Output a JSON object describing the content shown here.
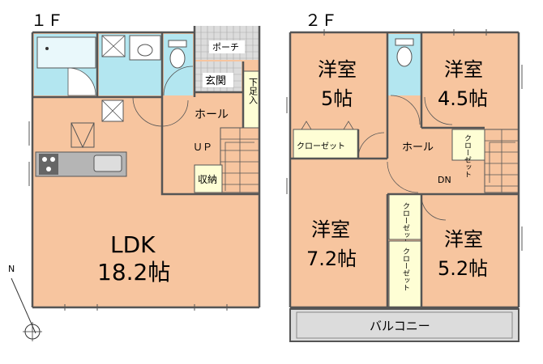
{
  "floor1": {
    "label": "１Ｆ",
    "rooms": {
      "porch": "ポーチ",
      "genkan": "玄関",
      "hall": "ホール",
      "getabako": "下足入",
      "up": "ＵＰ",
      "storage": "収納",
      "ldk_name": "LDK",
      "ldk_size": "18.2帖"
    }
  },
  "floor2": {
    "label": "２Ｆ",
    "rooms": {
      "room_a_name": "洋室",
      "room_a_size": "5帖",
      "room_b_name": "洋室",
      "room_b_size": "4.5帖",
      "room_c_name": "洋室",
      "room_c_size": "7.2帖",
      "room_d_name": "洋室",
      "room_d_size": "5.2帖",
      "closet_a": "クローゼット",
      "closet_b": "クローゼット",
      "closet_c": "クローゼット",
      "closet_d": "クローゼット",
      "hall": "ホール",
      "dn": "DN",
      "balcony": "バルコニー"
    }
  },
  "compass": {
    "label": "N"
  },
  "colors": {
    "room": "#f7c59f",
    "wet": "#b3e6f0",
    "closet": "#fefed5",
    "grey": "#dcdcdc",
    "white": "#ffffff",
    "wall": "#555555"
  }
}
